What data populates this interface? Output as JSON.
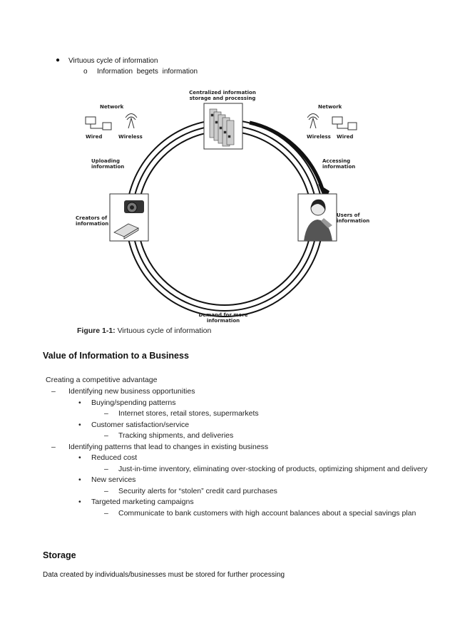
{
  "intro": {
    "bullet": "Virtuous cycle of information",
    "sub_bullet": "Information begets information"
  },
  "figure": {
    "center_label_top": "Centralized information storage and processing",
    "network_left": "Network",
    "network_right": "Network",
    "wired_left": "Wired",
    "wireless_left": "Wireless",
    "wireless_right": "Wireless",
    "wired_right": "Wired",
    "uploading": "Uploading information",
    "accessing": "Accessing information",
    "creators": "Creators of information",
    "users": "Users of information",
    "demand": "Demand for more information",
    "caption_num": "Figure 1-1:",
    "caption_text": " Virtuous cycle of information"
  },
  "section_value": {
    "heading": "Value of Information to a Business",
    "outline": [
      {
        "marker": "",
        "text": "Creating a competitive advantage"
      },
      {
        "marker": "–",
        "text": "Identifying new business opportunities"
      },
      {
        "marker": "•",
        "text": "Buying/spending patterns"
      },
      {
        "marker": "–",
        "text": "Internet stores, retail stores, supermarkets"
      },
      {
        "marker": "•",
        "text": "Customer satisfaction/service"
      },
      {
        "marker": "–",
        "text": "Tracking shipments, and deliveries"
      },
      {
        "marker": "–",
        "text": "Identifying patterns that lead to changes in existing business"
      },
      {
        "marker": "•",
        "text": "Reduced cost"
      },
      {
        "marker": "–",
        "text": "Just-in-time inventory, eliminating over-stocking of products, optimizing shipment and delivery"
      },
      {
        "marker": "•",
        "text": "New services"
      },
      {
        "marker": "–",
        "text": "Security alerts for “stolen” credit card purchases"
      },
      {
        "marker": "•",
        "text": "Targeted marketing campaigns"
      },
      {
        "marker": "–",
        "text": "Communicate to bank customers with high account balances about a special savings plan"
      }
    ]
  },
  "section_storage": {
    "heading": "Storage",
    "paragraph": "Data created by individuals/businesses  must be stored for further processing"
  }
}
